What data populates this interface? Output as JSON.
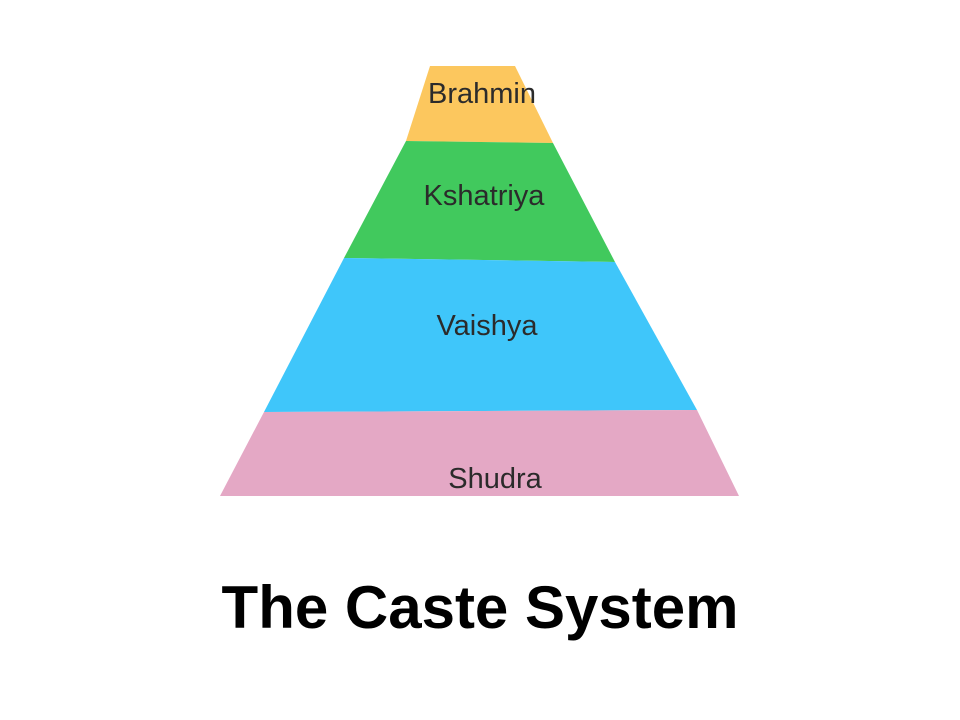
{
  "title": "The Caste System",
  "pyramid": {
    "layers": [
      {
        "label": "Brahmin",
        "color": "#FCC75E"
      },
      {
        "label": "Kshatriya",
        "color": "#41C95D"
      },
      {
        "label": "Vaishya",
        "color": "#3FC6FA"
      },
      {
        "label": "Shudra",
        "color": "#E4A8C5"
      }
    ]
  }
}
